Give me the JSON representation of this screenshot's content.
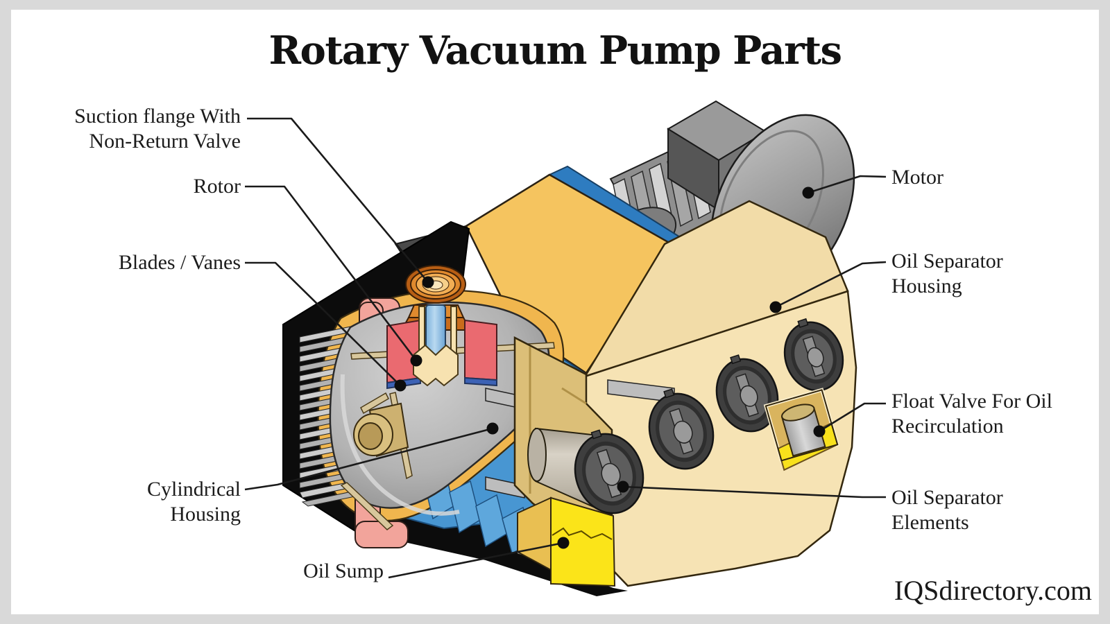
{
  "title": "Rotary Vacuum Pump Parts",
  "watermark": "IQSdirectory.com",
  "labels": {
    "suction_flange": {
      "line1": "Suction flange With",
      "line2": "Non-Return Valve"
    },
    "rotor": "Rotor",
    "blades_vanes": "Blades / Vanes",
    "cylindrical_housing": {
      "line1": "Cylindrical",
      "line2": "Housing"
    },
    "oil_sump": "Oil Sump",
    "motor": "Motor",
    "oil_separator_housing": {
      "line1": "Oil Separator",
      "line2": "Housing"
    },
    "float_valve": {
      "line1": "Float Valve For Oil",
      "line2": "Recirculation"
    },
    "oil_separator_elements": {
      "line1": "Oil Separator",
      "line2": "Elements"
    }
  },
  "colors": {
    "background": "#ffffff",
    "frame": "#d9d9d9",
    "line": "#1a1a1a",
    "housing_black": "#0c0c0c",
    "fin_gray": "#c6c6c6",
    "stator_blue": "#4896d2",
    "stripe_blue": "#2e7cc0",
    "seal_pink": "#f2a49b",
    "valve_red": "#ea6a70",
    "flange_orange": "#d4791f",
    "top_gold": "#f5c45f",
    "cut_tan": "#f0b64e",
    "separator_cream": "#f6e3b4",
    "oil_yellow": "#fbe419",
    "rotor_gray": "#b5b5b5",
    "element_dark": "#3e3e3e"
  }
}
